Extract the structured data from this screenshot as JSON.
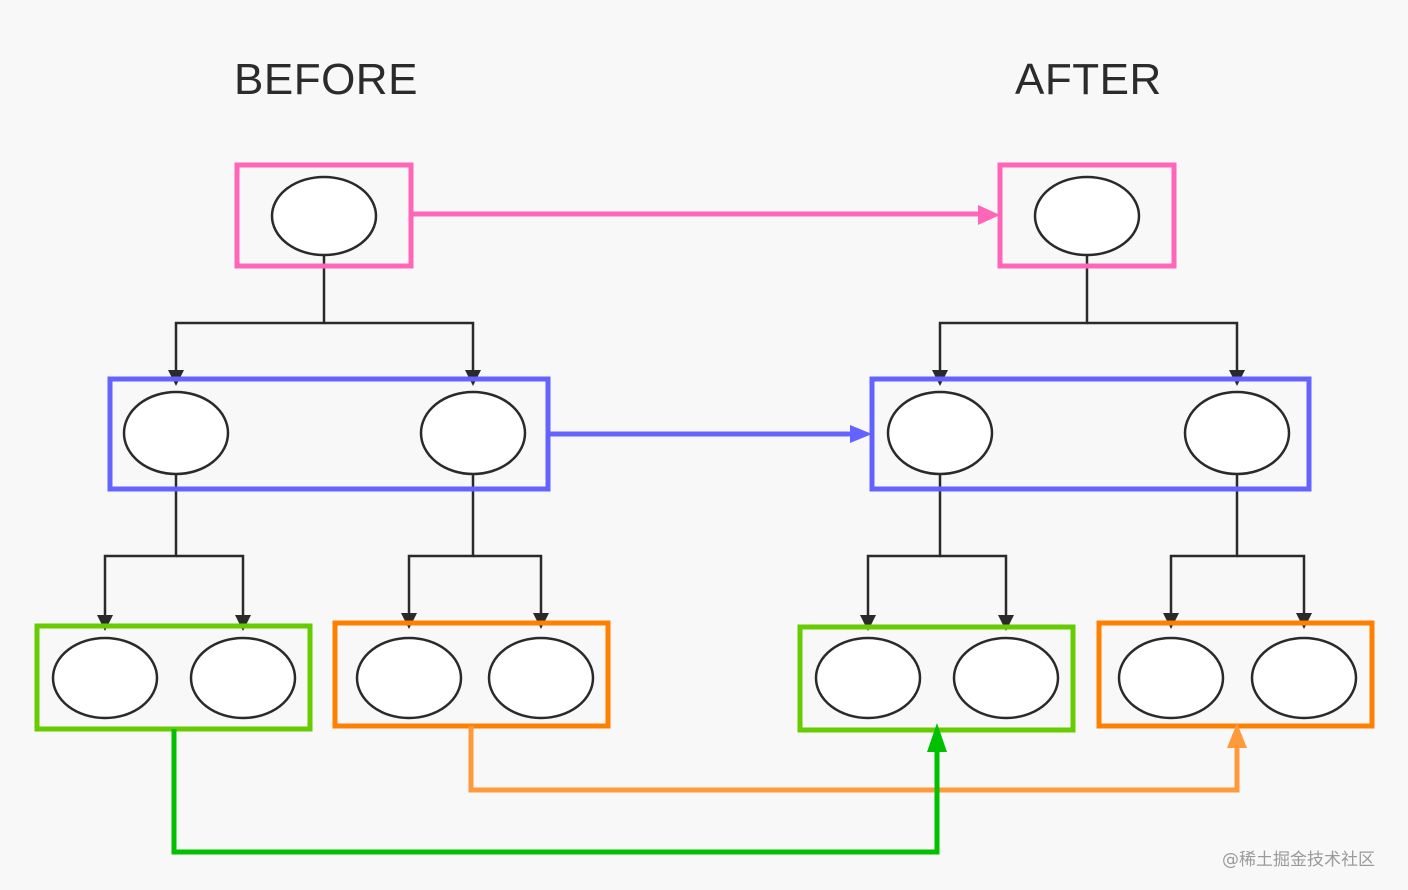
{
  "titles": {
    "before": "BEFORE",
    "after": "AFTER"
  },
  "watermark": "@稀土掘金技术社区",
  "colors": {
    "background": "#f8f8f8",
    "edge": "#2a2a2a",
    "level_root": "#ff66b8",
    "level_middle": "#6363ff",
    "level_leaf_left": "#66cc00",
    "level_leaf_right": "#ff8000",
    "link_leaf_left": "#00c000",
    "link_leaf_right": "#ff9a3c"
  },
  "trees": [
    {
      "side": "before",
      "root_children": 2,
      "leaves_per_child": 2
    },
    {
      "side": "after",
      "root_children": 2,
      "leaves_per_child": 2
    }
  ],
  "mappings": [
    {
      "from": "before-root-group",
      "to": "after-root-group",
      "color": "level_root"
    },
    {
      "from": "before-middle-group",
      "to": "after-middle-group",
      "color": "level_middle"
    },
    {
      "from": "before-leaf-group-left",
      "to": "after-leaf-group-left",
      "color": "link_leaf_left"
    },
    {
      "from": "before-leaf-group-right",
      "to": "after-leaf-group-right",
      "color": "link_leaf_right"
    }
  ]
}
